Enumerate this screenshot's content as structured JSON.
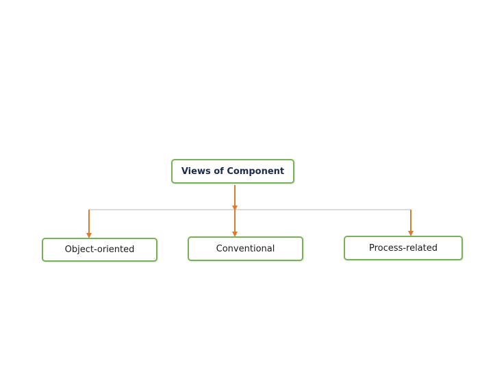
{
  "diagram": {
    "root": {
      "label": "Views of Component"
    },
    "children": [
      {
        "label": "Object-oriented"
      },
      {
        "label": "Conventional"
      },
      {
        "label": "Process-related"
      }
    ],
    "colors": {
      "node_border": "#77b255",
      "arrow": "#e07b2c",
      "line": "#b4b4b4"
    }
  }
}
